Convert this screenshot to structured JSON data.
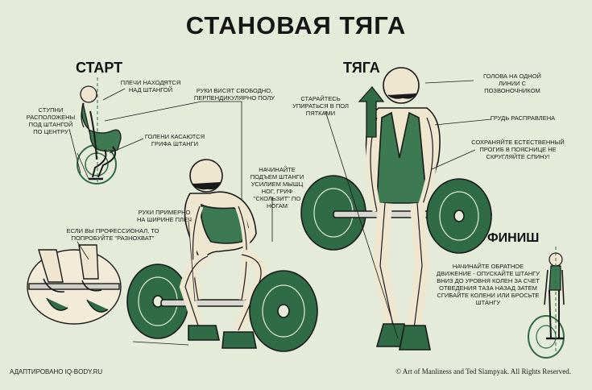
{
  "title": "СТАНОВАЯ ТЯГА",
  "sections": {
    "start": "СТАРТ",
    "pull": "ТЯГА",
    "finish": "ФИНИШ"
  },
  "notes": {
    "shoulders": "ПЛЕЧИ НАХОДЯТСЯ НАД ШТАНГОЙ",
    "feet": "СТУПНИ РАСПОЛОЖЕНЫ ПОД ШТАНГОЙ ПО ЦЕНТРУ",
    "shins": "ГОЛЕНИ КАСАЮТСЯ ГРИФА ШТАНГИ",
    "arms_hang": "РУКИ ВИСЯТ СВОБОДНО, ПЕРПЕНДИКУЛЯРНО ПОЛУ",
    "start_lift": "НАЧИНАЙТЕ ПОДЪЕМ ШТАНГИ УСИЛИЕМ МЫШЦ НОГ, ГРИФ \"СКОЛЬЗИТ\" ПО НОГАМ",
    "hands_width": "РУКИ ПРИМЕРНО НА ШИРИНЕ ПЛЕЧ",
    "pro": "ЕСЛИ ВЫ ПРОФЕССИОНАЛ, ТО ПОПРОБУЙТЕ \"РАЗНОХВАТ\"",
    "heels": "СТАРАЙТЕСЬ УПИРАТЬСЯ В ПОЛ ПЯТКАМИ",
    "head": "ГОЛОВА НА ОДНОЙ ЛИНИИ С ПОЗВОНОЧНИКОМ",
    "chest": "ГРУДЬ РАСПРАВЛЕНА",
    "back": "СОХРАНЯЙТЕ ЕСТЕСТВЕННЫЙ ПРОГИБ В ПОЯСНИЦЕ НЕ СКРУГЛЯЙТЕ СПИНУ!",
    "finish": "НАЧИНАЙТЕ ОБРАТНОЕ ДВИЖЕНИЕ - ОПУСКАЙТЕ ШТАНГУ ВНИЗ ДО УРОВНЯ КОЛЕН ЗА СЧЕТ ОТВЕДЕНИЯ ТАЗА НАЗАД ЗАТЕМ СГИБАЙТЕ КОЛЕНИ ИЛИ БРОСЬТЕ ШТАНГУ"
  },
  "footer": {
    "left": "АДАПТИРОВАНО IQ-BODY.RU",
    "right": "© Art of Manliness and Ted Slampyak. All Rights Reserved."
  },
  "colors": {
    "background": "#e4ecd9",
    "plate_green": "#2f6b45",
    "leotard_green": "#3d7a52",
    "skin": "#efe6cf",
    "line": "#1a1a1a"
  }
}
